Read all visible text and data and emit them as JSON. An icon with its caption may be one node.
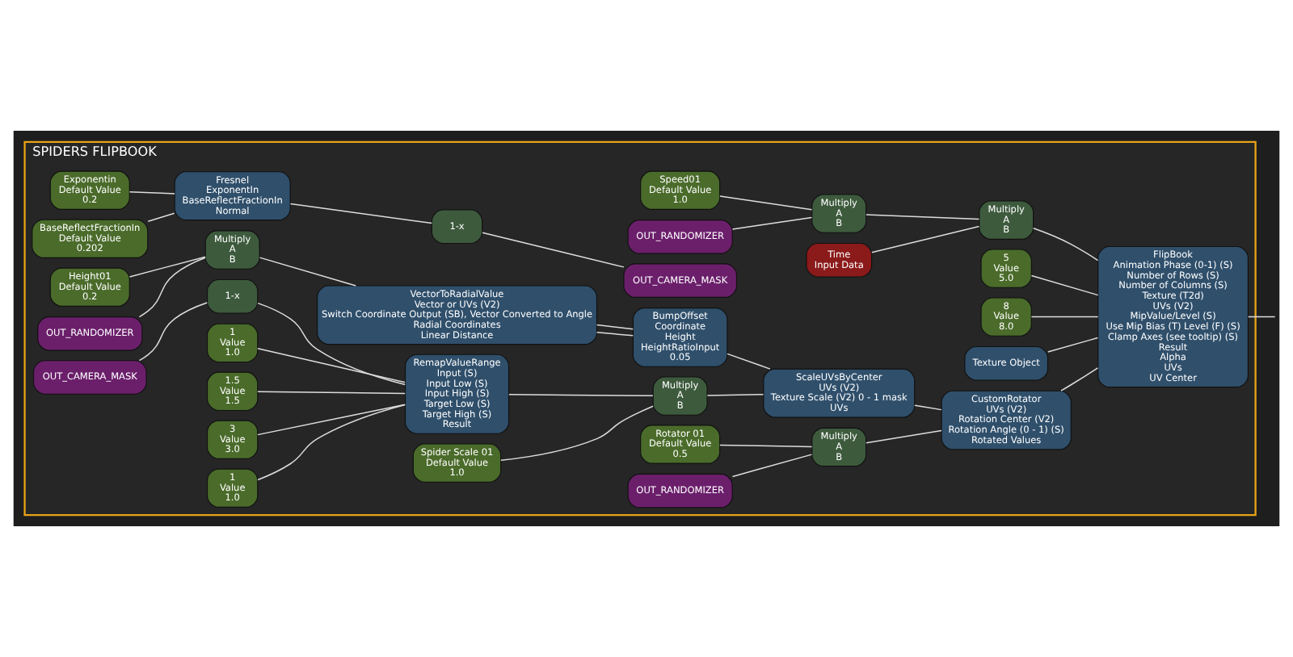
{
  "diagram": {
    "nodes": [
      {
        "text": [
          "SPIDERS FLIPBOOK"
        ]
      },
      {
        "text": [
          "Speed01",
          "Default Value",
          "1.0"
        ],
        "in": 0
      },
      {
        "text": [
          "OUT_RANDOMIZER"
        ],
        "in": 0
      },
      {
        "text": [
          "Multiply",
          "A",
          "B"
        ],
        "in": 0
      },
      {
        "text": [
          "Time",
          "Input Data"
        ],
        "in": 0
      },
      {
        "text": [
          "Multiply",
          "A",
          "B"
        ],
        "in": 0
      },
      {
        "text": [
          "Exponentin",
          "Default Value",
          "0.2"
        ],
        "in": 0
      },
      {
        "text": [
          "BaseReflectFractionIn",
          "Default Value",
          "0.202"
        ],
        "in": 0
      },
      {
        "text": [
          "Fresnel",
          "ExponentIn",
          "BaseReflectFractionIn",
          "Normal"
        ],
        "in": 0
      },
      {
        "text": [
          "1-x"
        ],
        "in": 0
      },
      {
        "text": [
          "OUT_CAMERA_MASK"
        ],
        "in": 0
      },
      {
        "text": [
          "5",
          "Value",
          "5.0"
        ],
        "in": 0
      },
      {
        "text": [
          "8",
          "Value",
          "8.0"
        ],
        "in": 0
      },
      {
        "text": [
          "Texture Object"
        ],
        "in": 0
      },
      {
        "text": [
          "FlipBook",
          "Animation Phase (0-1) (S)",
          "Number of Rows (S)",
          "Number of Columns (S)",
          "Texture (T2d)",
          "UVs (V2)",
          "MipValue/Level (S)",
          "Use Mip Bias (T) Level (F) (S)",
          "Clamp Axes (see tooltip) (S)",
          "Result",
          "Alpha",
          "UVs",
          "UV Center"
        ],
        "in": 0
      },
      {
        "text": [
          "Height01",
          "Default Value",
          "0.2"
        ],
        "in": 0
      },
      {
        "text": [
          "OUT_RANDOMIZER"
        ],
        "in": 0
      },
      {
        "text": [
          "Multiply",
          "A",
          "B"
        ],
        "in": 0
      },
      {
        "text": [
          "VectorToRadialValue",
          "Vector or UVs (V2)",
          "Switch Coordinate Output (SB), Vector Converted to Angle",
          "Radial Coordinates",
          "Linear Distance"
        ],
        "in": 0
      },
      {
        "text": [
          "BumpOffset",
          "Coordinate",
          "Height",
          "HeightRatioInput",
          "0.05"
        ],
        "in": 0
      },
      {
        "text": [
          "ScaleUVsByCenter",
          "UVs (V2)",
          "Texture Scale (V2) 0 - 1 mask",
          "UVs"
        ],
        "in": 0
      },
      {
        "text": [
          "CustomRotator",
          "UVs (V2)",
          "Rotation Center (V2)",
          "Rotation Angle (0 - 1) (S)",
          "Rotated Values"
        ],
        "in": 0
      },
      {
        "text": [
          "OUT_CAMERA_MASK"
        ],
        "in": 0
      },
      {
        "text": [
          "1-x"
        ],
        "in": 0
      },
      {
        "text": [
          "RemapValueRange",
          "Input (S)",
          "Input Low (S)",
          "Input High (S)",
          "Target Low (S)",
          "Target High (S)",
          "Result"
        ],
        "in": 0
      },
      {
        "text": [
          "1",
          "Value",
          "1.0"
        ],
        "in": 0
      },
      {
        "text": [
          "1.5",
          "Value",
          "1.5"
        ],
        "in": 0
      },
      {
        "text": [
          "3",
          "Value",
          "3.0"
        ],
        "in": 0
      },
      {
        "text": [
          "1",
          "Value",
          "1.0"
        ],
        "in": 0
      },
      {
        "text": [
          "Spider Scale 01",
          "Default Value",
          "1.0"
        ],
        "in": 0
      },
      {
        "text": [
          "Multiply",
          "A",
          "B"
        ],
        "in": 0
      },
      {
        "text": [
          "Rotator 01",
          "Default Value",
          "0.5"
        ],
        "in": 0
      },
      {
        "text": [
          "Multiply",
          "A",
          "B"
        ],
        "in": 0
      },
      {
        "text": [
          "OUT_RANDOMIZER"
        ],
        "in": 0
      }
    ],
    "edges": [
      {
        "from": 1,
        "to": 3,
        "arrow": "none"
      },
      {
        "from": 2,
        "to": 3,
        "arrow": "none"
      },
      {
        "from": 3,
        "to": 5,
        "arrow": "none"
      },
      {
        "from": 4,
        "to": 5,
        "arrow": "none"
      },
      {
        "from": 5,
        "to": 14,
        "arrow": "none"
      },
      {
        "from": 6,
        "to": 8,
        "arrow": "none"
      },
      {
        "from": 7,
        "to": 8,
        "arrow": "none"
      },
      {
        "from": 8,
        "to": 9,
        "arrow": "none"
      },
      {
        "from": 9,
        "to": 10,
        "arrow": "none"
      },
      {
        "from": 11,
        "to": 14,
        "arrow": "none"
      },
      {
        "from": 12,
        "to": 14,
        "arrow": "none"
      },
      {
        "from": 13,
        "to": 14,
        "arrow": "none"
      },
      {
        "from": 21,
        "to": 14,
        "arrow": "none"
      },
      {
        "from": 14,
        "to": null,
        "arrow": "none"
      },
      {
        "from": 15,
        "to": 17,
        "arrow": "none"
      },
      {
        "from": 16,
        "to": 17,
        "arrow": "none"
      },
      {
        "from": 17,
        "to": 18,
        "arrow": "none"
      },
      {
        "from": 18,
        "to": 19,
        "arrow": "none"
      },
      {
        "from": 18,
        "to": 19,
        "arrow": "none"
      },
      {
        "from": 19,
        "to": 20,
        "arrow": "none"
      },
      {
        "from": 20,
        "to": 21,
        "arrow": "none"
      },
      {
        "from": 22,
        "to": 23,
        "arrow": "none"
      },
      {
        "from": 23,
        "to": 24,
        "arrow": "none"
      },
      {
        "from": 25,
        "to": 24,
        "arrow": "none"
      },
      {
        "from": 26,
        "to": 24,
        "arrow": "none"
      },
      {
        "from": 27,
        "to": 24,
        "arrow": "none"
      },
      {
        "from": 28,
        "to": 24,
        "arrow": "none"
      },
      {
        "from": 29,
        "to": 30,
        "arrow": "none"
      },
      {
        "from": 24,
        "to": 30,
        "arrow": "none"
      },
      {
        "from": 30,
        "to": 20,
        "arrow": "none"
      },
      {
        "from": 31,
        "to": 32,
        "arrow": "none"
      },
      {
        "from": 33,
        "to": 32,
        "arrow": "none"
      },
      {
        "from": 32,
        "to": 21,
        "arrow": "none"
      }
    ]
  }
}
